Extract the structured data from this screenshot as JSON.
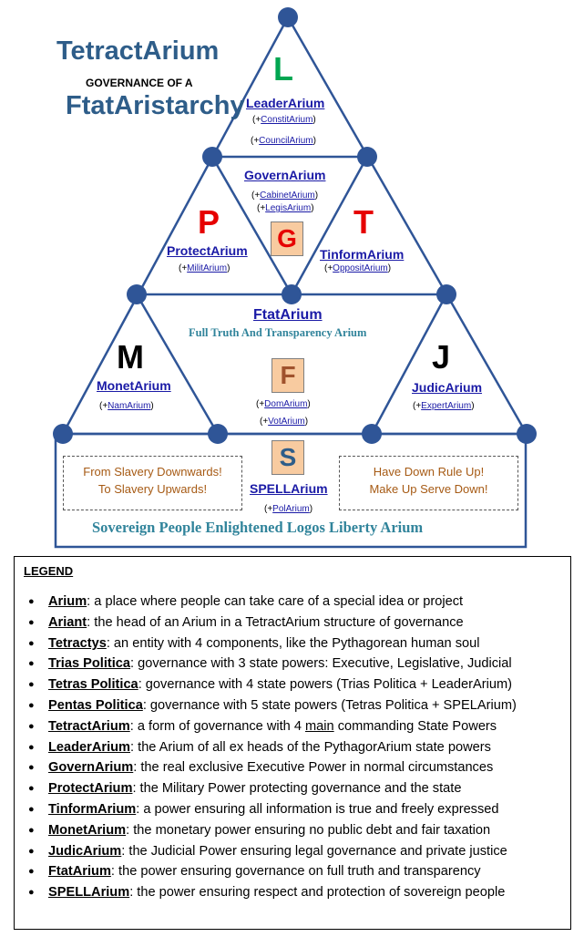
{
  "header": {
    "title_line1": "TetractArium",
    "title_line2": "GOVERNANCE OF A",
    "title_line3": "FtatAristarchy"
  },
  "letters": {
    "L": "L",
    "P": "P",
    "G": "G",
    "T": "T",
    "M": "M",
    "F": "F",
    "J": "J",
    "S": "S"
  },
  "colors": {
    "L": "#00a651",
    "P": "#e60000",
    "G": "#e60000",
    "T": "#e60000",
    "M": "#000000",
    "F": "#a0522d",
    "J": "#000000",
    "S": "#2e5d89",
    "node": "#2f5597",
    "line": "#2f5597"
  },
  "nodes": {
    "leader": {
      "name": "LeaderArium",
      "sub1": "ConstitArium",
      "sub2": "CouncilArium"
    },
    "govern": {
      "name": "GovernArium",
      "sub1": "CabinetArium",
      "sub2": "LegisArium"
    },
    "protect": {
      "name": "ProtectArium",
      "sub1": "MilitArium"
    },
    "tinform": {
      "name": "TinformArium",
      "sub1": "OppositArium"
    },
    "ftat": {
      "name": "FtatArium",
      "tagline": "Full Truth And Transparency Arium",
      "sub1": "DomArium",
      "sub2": "VotArium"
    },
    "monet": {
      "name": "MonetArium",
      "sub1": "NamArium"
    },
    "judic": {
      "name": "JudicArium",
      "sub1": "ExpertArium"
    },
    "spell": {
      "name": "SPELLArium",
      "sub1": "PolArium",
      "tagline": "Sovereign People Enlightened Logos Liberty Arium"
    }
  },
  "quotes": {
    "left": [
      "From Slavery Downwards!",
      "To Slavery Upwards!"
    ],
    "right": [
      "Have Down Rule Up!",
      "Make Up Serve Down!"
    ]
  },
  "legend": {
    "heading": "LEGEND",
    "items": [
      {
        "term": "Arium",
        "def": ": a place where people can take care of a special idea or project"
      },
      {
        "term": "Ariant",
        "def": ": the head of an Arium in a TetractArium structure of governance"
      },
      {
        "term": "Tetractys",
        "def": ": an entity with 4 components, like the Pythagorean human soul"
      },
      {
        "term": "Trias Politica",
        "def": ": governance with 3 state powers: Executive, Legislative, Judicial"
      },
      {
        "term": "Tetras Politica",
        "def": ": governance with 4 state powers (Trias Politica + LeaderArium)"
      },
      {
        "term": "Pentas Politica",
        "def": ": governance with 5 state powers (Tetras Politica + SPELArium)"
      },
      {
        "term": "TetractArium",
        "def_pre": ": a form of governance with 4 ",
        "def_u": "main",
        "def_post": " commanding State Powers"
      },
      {
        "term": "LeaderArium",
        "def": ": the Arium of all ex heads of the PythagorArium state powers"
      },
      {
        "term": "GovernArium",
        "def": ": the real exclusive Executive Power in normal circumstances"
      },
      {
        "term": "ProtectArium",
        "def": ": the Military Power protecting governance and the state"
      },
      {
        "term": "TinformArium",
        "def": ": a power ensuring all information is true and freely expressed"
      },
      {
        "term": "MonetArium",
        "def": ": the monetary power ensuring no public debt and fair taxation"
      },
      {
        "term": "JudicArium",
        "def": ": the Judicial Power ensuring legal governance and private justice"
      },
      {
        "term": "FtatArium",
        "def": ": the power ensuring governance on full truth and transparency"
      },
      {
        "term": "SPELLArium",
        "def": ": the power ensuring respect and protection of sovereign people"
      }
    ]
  }
}
